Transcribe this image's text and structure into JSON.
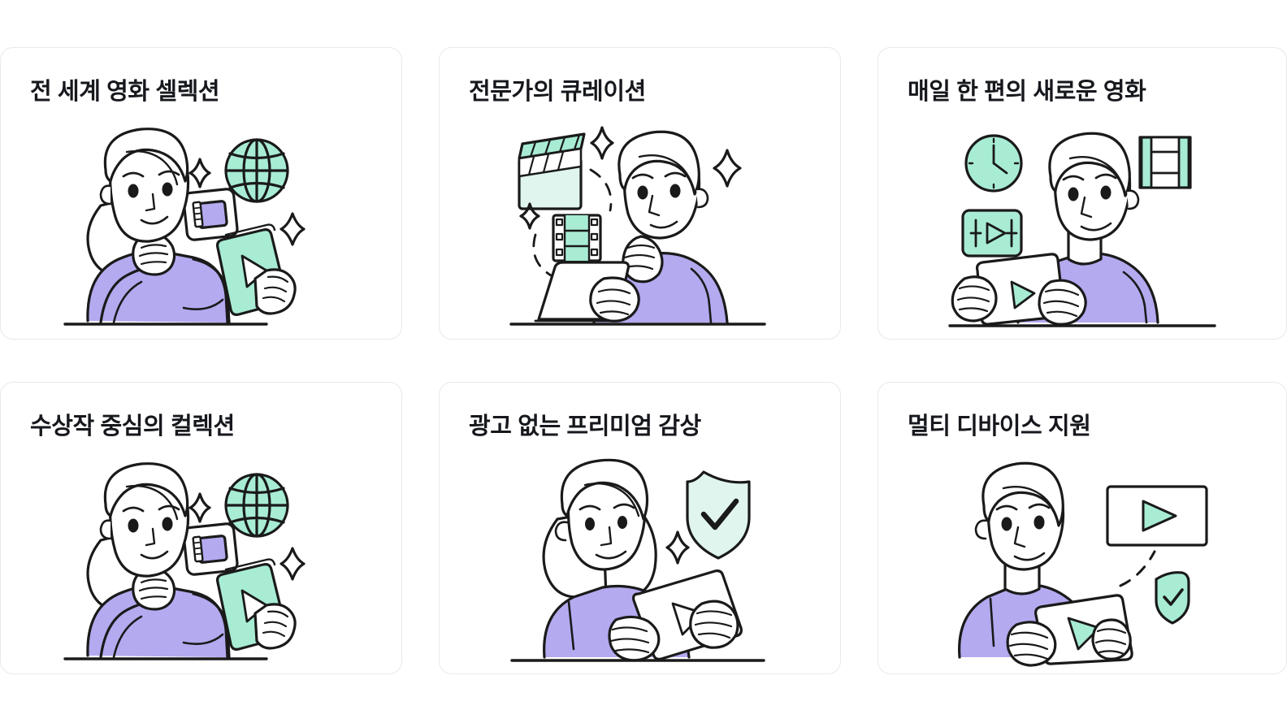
{
  "palette": {
    "purple": "#b3aaf0",
    "mint": "#a8ecd4",
    "mint_pale": "#dff5ee",
    "line": "#1a1a1a",
    "card_border": "#e9e9e9",
    "title_color": "#16181d",
    "background": "#ffffff"
  },
  "layout": {
    "columns": 3,
    "rows": 2
  },
  "cards": [
    {
      "id": "global-film-selection",
      "title": "전 세계 영화 셀렉션",
      "illustration": "woman-tablet-globe",
      "icons": [
        "globe-icon",
        "film-strip-icon",
        "sparkle-icon",
        "play-icon"
      ]
    },
    {
      "id": "expert-curation",
      "title": "전문가의 큐레이션",
      "illustration": "man-laptop-clapperboard",
      "icons": [
        "clapperboard-icon",
        "filmstrip-icon",
        "sparkle-icon"
      ]
    },
    {
      "id": "daily-new-film",
      "title": "매일 한 편의 새로운 영화",
      "illustration": "man-tablet-clock",
      "icons": [
        "clock-icon",
        "video-player-icon",
        "film-frame-icon",
        "play-icon"
      ]
    },
    {
      "id": "award-winning-collection",
      "title": "수상작 중심의 컬렉션",
      "illustration": "woman-tablet-globe",
      "icons": [
        "globe-icon",
        "film-strip-icon",
        "sparkle-icon",
        "play-icon"
      ]
    },
    {
      "id": "ad-free-premium",
      "title": "광고 없는 프리미엄 감상",
      "illustration": "woman-tablet-shield",
      "icons": [
        "shield-check-icon",
        "sparkle-icon",
        "play-icon"
      ]
    },
    {
      "id": "multi-device-support",
      "title": "멀티 디바이스 지원",
      "illustration": "man-tablet-screen-shield",
      "icons": [
        "screen-play-icon",
        "shield-check-icon",
        "play-icon"
      ]
    }
  ]
}
